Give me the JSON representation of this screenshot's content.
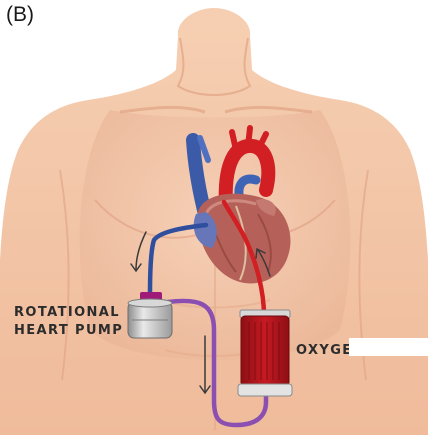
{
  "panel_label": "(B)",
  "labels": {
    "pump_line1": "ROTATIONAL",
    "pump_line2": "HEART PUMP",
    "oxygenator_visible": "OXYGE"
  },
  "icons": [
    "torso-illustration",
    "heart-illustration",
    "rotational-heart-pump-icon",
    "oxygenator-bag-icon",
    "flow-arrow-icon"
  ],
  "colors": {
    "skin": "#f2c3a4",
    "skin_shadow": "#e3a786",
    "tube_blue": "#3b5aa8",
    "tube_red": "#d21f24",
    "tube_purple": "#8a4fb0",
    "heart": "#b5615a",
    "oxygenator": "#b3141b"
  }
}
